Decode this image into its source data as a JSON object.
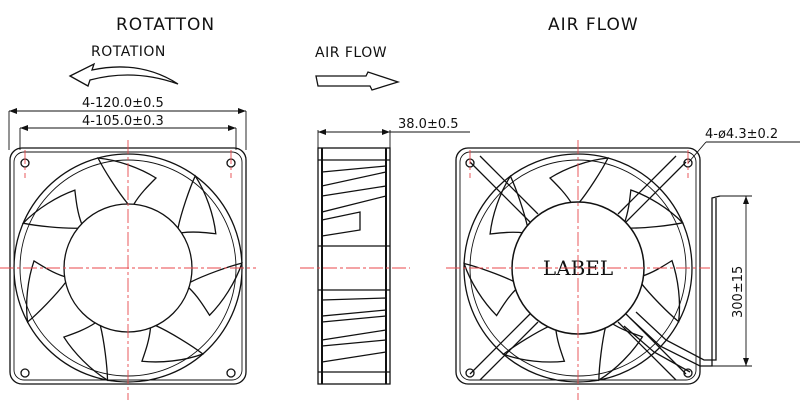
{
  "titles": {
    "rotation_top": "ROTATTON",
    "rotation": "ROTATION",
    "airflow_top": "AIR FLOW",
    "airflow": "AIR FLOW"
  },
  "dimensions": {
    "outer_width": "4-120.0±0.5",
    "hole_pitch": "4-105.0±0.3",
    "depth": "38.0±0.5",
    "hole_dia": "4-ø4.3±0.2",
    "lead_length": "300±15"
  },
  "label_text": "LABEL",
  "colors": {
    "line": "#111111",
    "centerline": "#e8474b"
  }
}
